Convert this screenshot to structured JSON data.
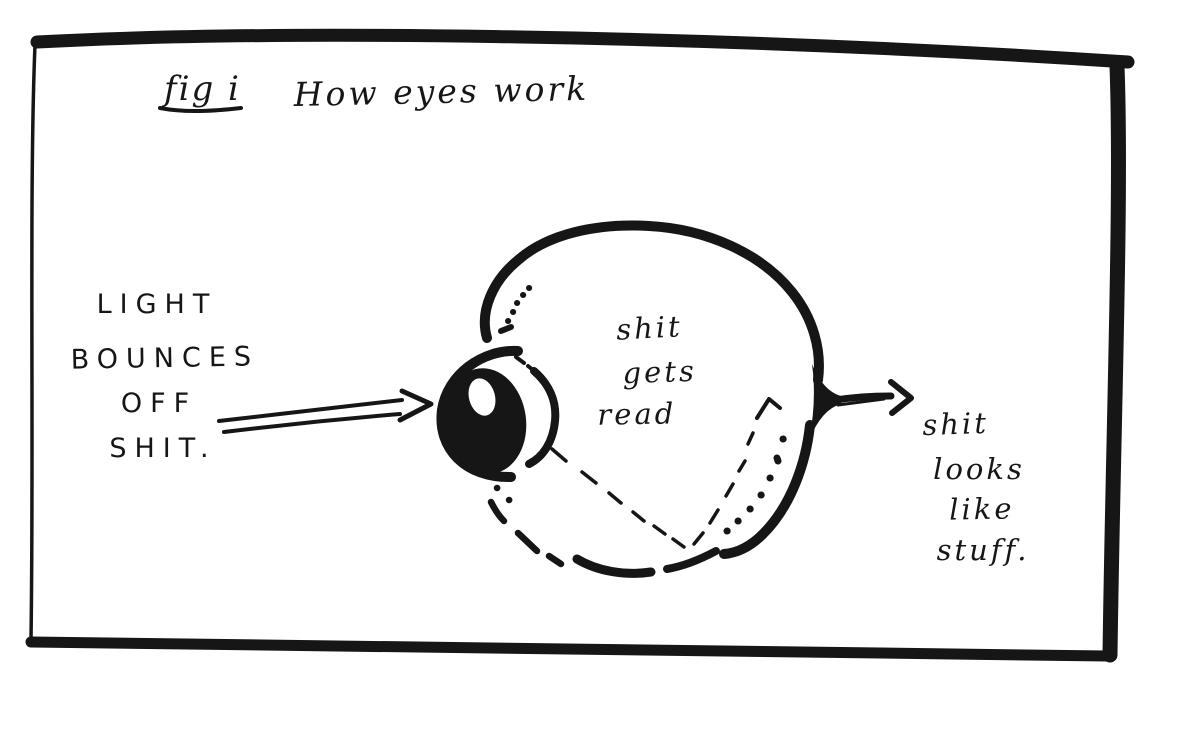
{
  "page": {
    "ink_color": "#161616",
    "paper_color": "#ffffff"
  },
  "figure": {
    "fig_label": "fig i",
    "title": "How eyes work",
    "light_label": {
      "lines": [
        "LIGHT",
        "BOUNCES",
        "OFF",
        "SHIT."
      ]
    },
    "eye_label": {
      "lines": [
        "shit",
        "gets",
        "read"
      ]
    },
    "result_label": {
      "lines": [
        "shit",
        "looks",
        "like",
        "stuff."
      ]
    }
  }
}
